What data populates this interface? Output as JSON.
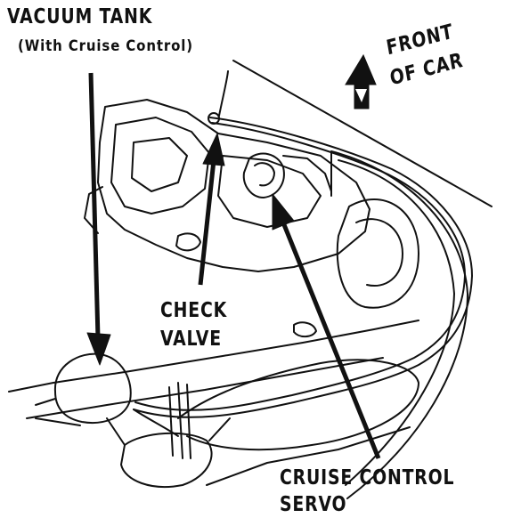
{
  "labels": {
    "vacuum_tank": "VACUUM TANK",
    "vacuum_tank_note": "(With Cruise Control)",
    "front_line1": "FRONT",
    "front_line2": "OF CAR",
    "check_line1": "CHECK",
    "check_line2": "VALVE",
    "servo_line1": "CRUISE CONTROL",
    "servo_line2": "SERVO"
  },
  "colors": {
    "ink": "#111111",
    "paper": "#ffffff"
  },
  "icons": {
    "front_arrow": "front-of-car-arrow-icon"
  }
}
